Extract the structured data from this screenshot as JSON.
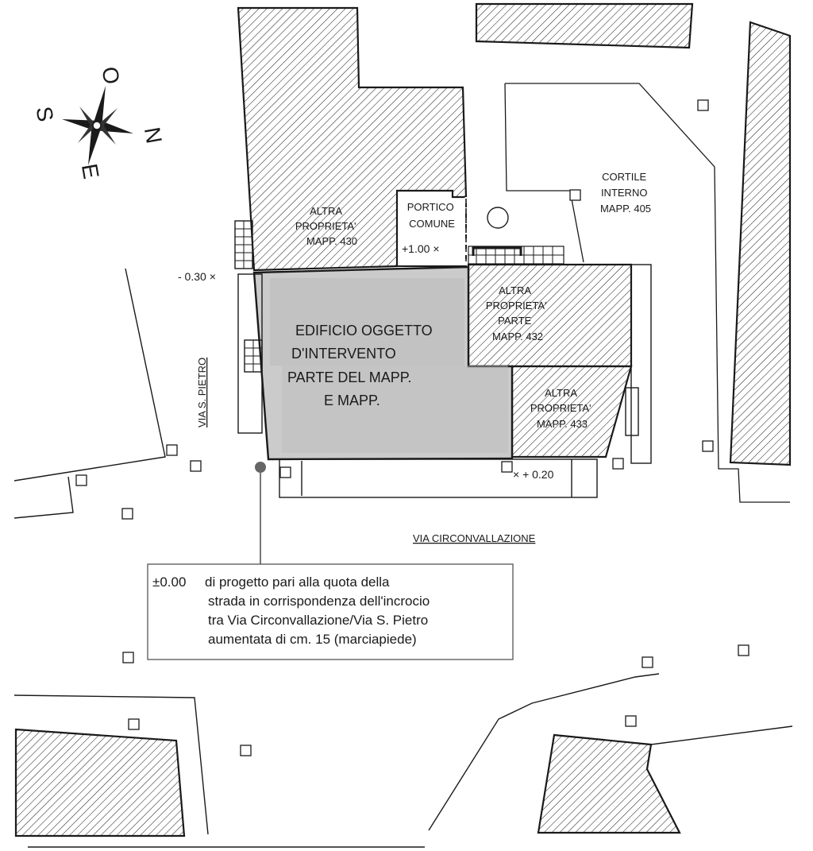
{
  "compass": {
    "north": "N",
    "south": "S",
    "east": "E",
    "west": "O"
  },
  "buildings": {
    "mapp430": [
      "ALTRA",
      "PROPRIETA'",
      "MAPP. 430"
    ],
    "portico": [
      "PORTICO",
      "COMUNE"
    ],
    "portico_level": "+1.00 ×",
    "courtyard": [
      "CORTILE",
      "INTERNO",
      "MAPP. 405"
    ],
    "mapp432": [
      "ALTRA",
      "PROPRIETA'",
      "PARTE",
      "MAPP. 432"
    ],
    "mapp433": [
      "ALTRA",
      "PROPRIETA'",
      "MAPP. 433"
    ],
    "subject": [
      "EDIFICIO OGGETTO",
      "D'INTERVENTO",
      "PARTE DEL MAPP.",
      "E MAPP."
    ]
  },
  "levels": {
    "left": "- 0.30 ×",
    "bottom": "× + 0.20"
  },
  "streets": {
    "via_s_pietro": "VIA S. PIETRO",
    "via_circonvallazione": "VIA CIRCONVALLAZIONE"
  },
  "note": {
    "level": "±0.00",
    "lines": [
      "di progetto pari alla quota della",
      "strada in corrispondenza dell'incrocio",
      "tra Via Circonvallazione/Via S. Pietro",
      "aumentata di cm. 15 (marciapiede)"
    ]
  },
  "colors": {
    "line": "#1a1a1a",
    "hatch": "#2a2a2a",
    "shaded": "#c8c8c8",
    "point": "#666666"
  }
}
